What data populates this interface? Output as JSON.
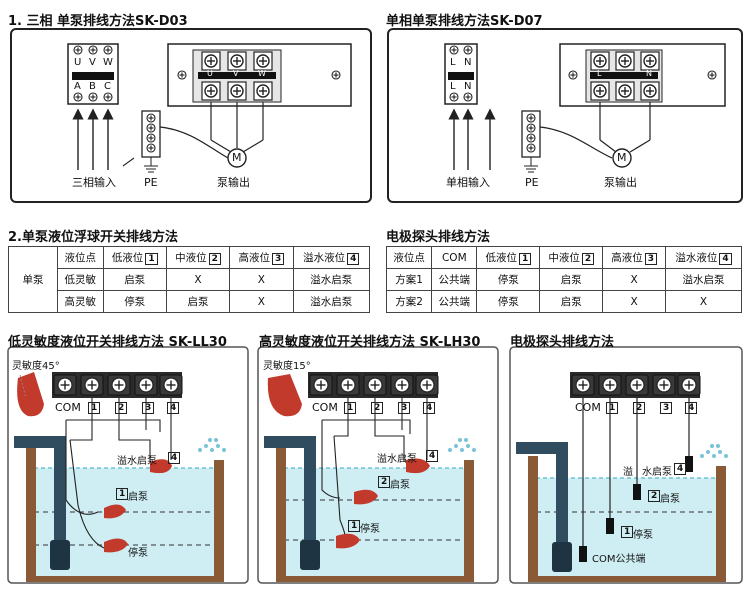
{
  "sec1": {
    "title": "1. 三相 单泵排线方法SK-D03",
    "breaker_top": [
      "U",
      "V",
      "W"
    ],
    "breaker_bottom": [
      "A",
      "B",
      "C"
    ],
    "terminal_labels": [
      "U",
      "V",
      "W"
    ],
    "motor": "M",
    "input_label": "三相输入",
    "pe_label": "PE",
    "output_label": "泵输出"
  },
  "sec2": {
    "title": "单相单泵排线方法SK-D07",
    "breaker_top": [
      "L",
      "N"
    ],
    "breaker_bottom": [
      "L",
      "N"
    ],
    "terminal_labels": [
      "L",
      "N"
    ],
    "motor": "M",
    "input_label": "单相输入",
    "pe_label": "PE",
    "output_label": "泵输出"
  },
  "table1": {
    "title": "2.单泵液位浮球开关排线方法",
    "row_group": "单泵",
    "headers": [
      "液位点",
      "低液位",
      "中液位",
      "高液位",
      "溢水液位"
    ],
    "header_nums": [
      "",
      "1",
      "2",
      "3",
      "4"
    ],
    "rows": [
      [
        "低灵敏",
        "启泵",
        "X",
        "X",
        "溢水启泵"
      ],
      [
        "高灵敏",
        "停泵",
        "启泵",
        "X",
        "溢水启泵"
      ]
    ]
  },
  "table2": {
    "title": "电极探头排线方法",
    "headers": [
      "液位点",
      "COM",
      "低液位",
      "中液位",
      "高液位",
      "溢水液位"
    ],
    "header_nums": [
      "",
      "",
      "1",
      "2",
      "3",
      "4"
    ],
    "rows": [
      [
        "方案1",
        "公共端",
        "停泵",
        "启泵",
        "X",
        "溢水启泵"
      ],
      [
        "方案2",
        "公共端",
        "停泵",
        "启泵",
        "X",
        "X"
      ]
    ]
  },
  "bottom": {
    "left": {
      "title": "低灵敏度液位开关排线方法 SK-LL30",
      "sensitivity": "灵敏度45°",
      "com": "COM",
      "nums": [
        "1",
        "2",
        "3",
        "4"
      ],
      "overflow": "溢水启泵",
      "start": "启泵",
      "stop": "停泵"
    },
    "mid": {
      "title": "高灵敏度液位开关排线方法 SK-LH30",
      "sensitivity": "灵敏度15°",
      "com": "COM",
      "nums": [
        "1",
        "2",
        "3",
        "4"
      ],
      "overflow": "溢水启泵",
      "start": "启泵",
      "stop": "停泵"
    },
    "right": {
      "title": "电极探头排线方法",
      "com": "COM",
      "nums": [
        "1",
        "2",
        "3",
        "4"
      ],
      "overflow_a": "溢",
      "overflow_b": "水启泵",
      "start": "启泵",
      "stop": "停泵",
      "common": "COM公共端"
    }
  },
  "colors": {
    "water": "#cfeef4",
    "water_edge": "#6fc4d6",
    "float": "#c23a2c",
    "tank_brown": "#8a5a36",
    "pipe": "#2f4d5e"
  }
}
